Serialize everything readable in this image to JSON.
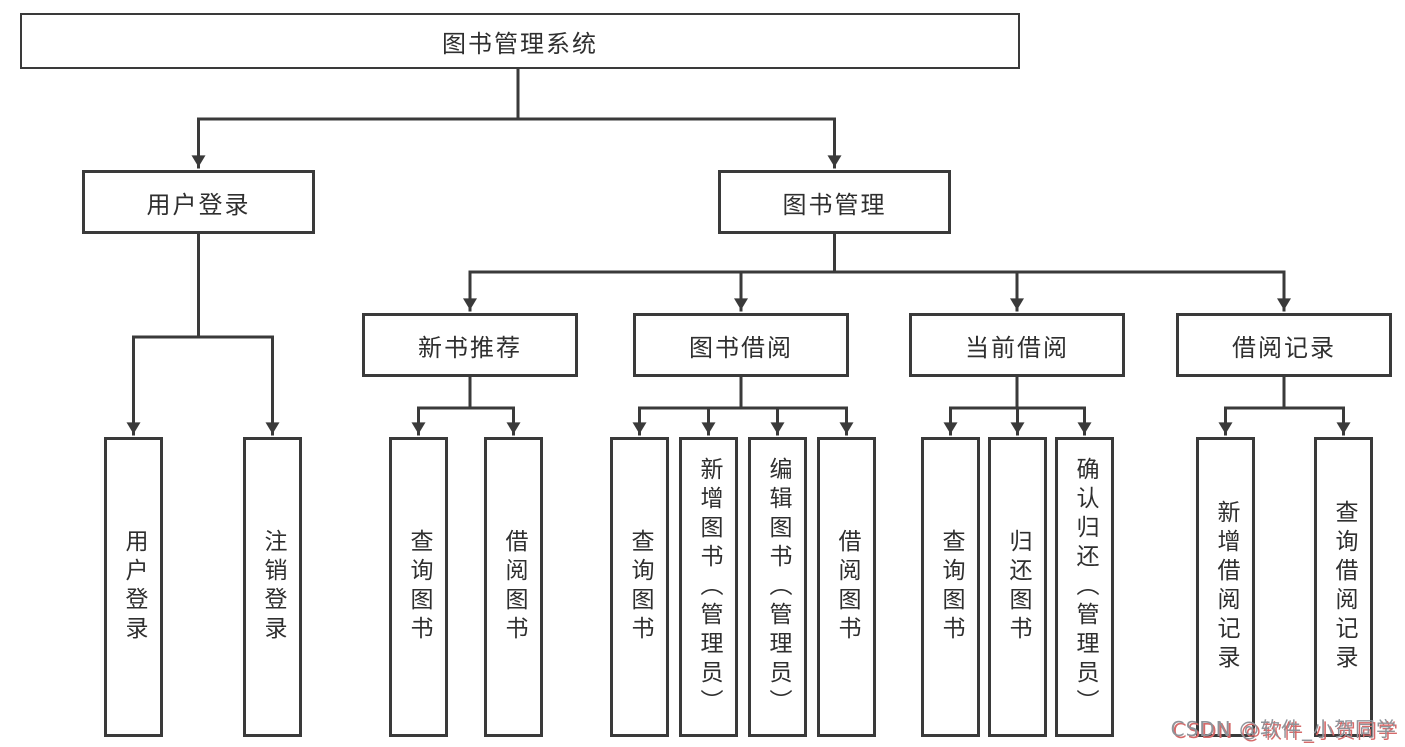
{
  "diagram": {
    "root": {
      "label": "图书管理系统"
    },
    "level2": [
      {
        "label": "用户登录"
      },
      {
        "label": "图书管理"
      }
    ],
    "level3": [
      {
        "label": "新书推荐"
      },
      {
        "label": "图书借阅"
      },
      {
        "label": "当前借阅"
      },
      {
        "label": "借阅记录"
      }
    ],
    "leaves": {
      "login": [
        {
          "label": "用户登录"
        },
        {
          "label": "注销登录"
        }
      ],
      "recommend": [
        {
          "label": "查询图书"
        },
        {
          "label": "借阅图书"
        }
      ],
      "borrow": [
        {
          "label": "查询图书"
        },
        {
          "label": "新增图书（管理员）"
        },
        {
          "label": "编辑图书（管理员）"
        },
        {
          "label": "借阅图书"
        }
      ],
      "current": [
        {
          "label": "查询图书"
        },
        {
          "label": "归还图书"
        },
        {
          "label": "确认归还（管理员）"
        }
      ],
      "records": [
        {
          "label": "新增借阅记录"
        },
        {
          "label": "查询借阅记录"
        }
      ]
    }
  },
  "watermark": "CSDN @软件_小贺同学",
  "colors": {
    "line": "#3a3a3a",
    "text": "#2f2f2f",
    "background": "#ffffff",
    "watermark_text": "#8f9399",
    "watermark_shadow": "#d56a6a"
  }
}
